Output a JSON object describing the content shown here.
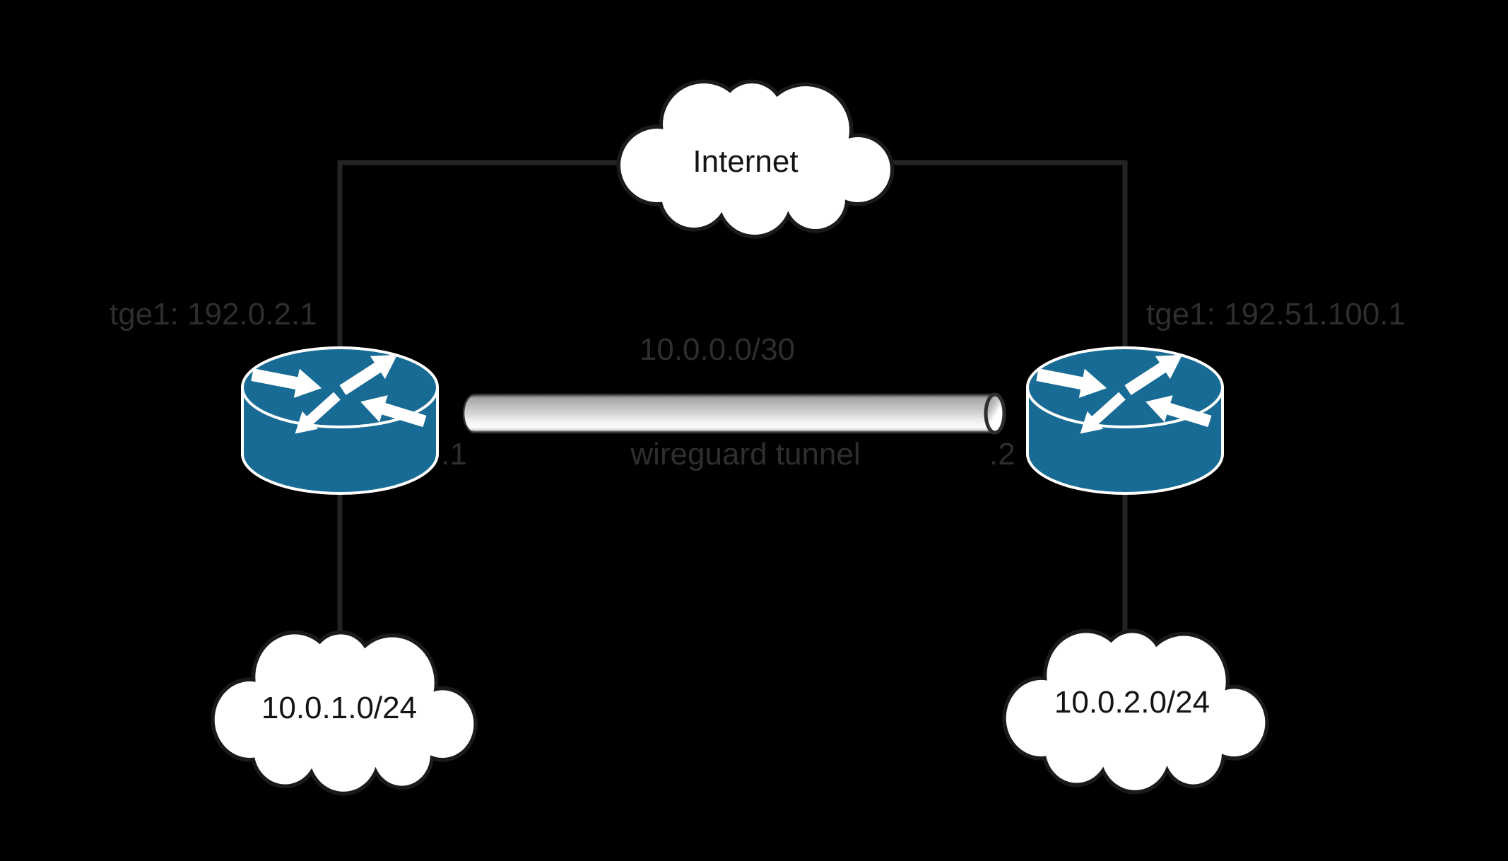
{
  "diagram": {
    "internet_cloud": {
      "label": "Internet"
    },
    "tunnel": {
      "subnet": "10.0.0.0/30",
      "name": "wireguard tunnel",
      "left_ip": ".1",
      "right_ip": ".2"
    },
    "left_router": {
      "interface_label": "tge1: 192.0.2.1"
    },
    "right_router": {
      "interface_label": "tge1: 192.51.100.1"
    },
    "left_lan_cloud": {
      "label": "10.0.1.0/24"
    },
    "right_lan_cloud": {
      "label": "10.0.2.0/24"
    }
  },
  "colors": {
    "background": "#000000",
    "connector_line": "#242424",
    "label_text": "#2e2e2e",
    "cloud_fill": "#ffffff",
    "cloud_outline": "#1a1a1a",
    "cloud_text": "#141414",
    "router_fill": "#176b94",
    "router_outline": "#ffffff",
    "router_arrow": "#ffffff",
    "tunnel_edge": "#454545",
    "tunnel_body_dark": "#a6a6a6",
    "tunnel_body_light": "#fcfcfc",
    "tunnel_mouth_fill": "#ffffff",
    "tunnel_mouth_ring": "#2e2e2e"
  }
}
